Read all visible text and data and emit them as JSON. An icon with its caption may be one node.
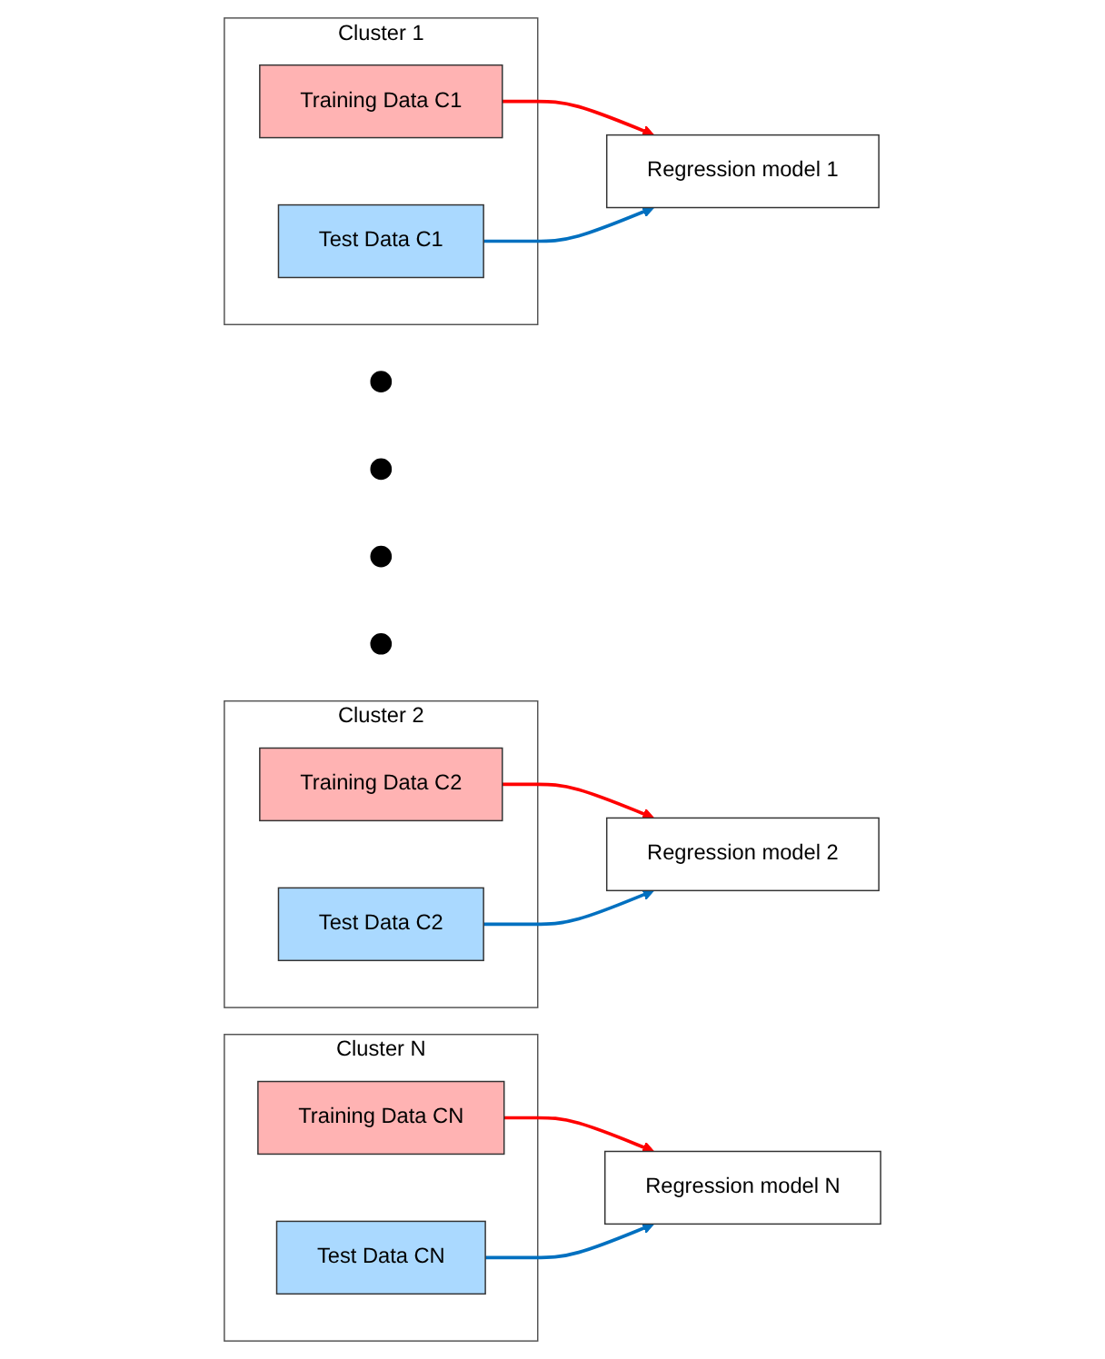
{
  "diagram": {
    "nodes": [
      {
        "text": [
          "Cluster 1"
        ]
      },
      {
        "text": [
          "Training Data C1"
        ],
        "in": 0
      },
      {
        "text": [
          "Test Data C1"
        ],
        "in": 0
      },
      {
        "text": [
          "Regression model 1"
        ]
      },
      {
        "text": [
          "Cluster 2"
        ]
      },
      {
        "text": [
          "Training Data C2"
        ],
        "in": 4
      },
      {
        "text": [
          "Test Data C2"
        ],
        "in": 4
      },
      {
        "text": [
          "Regression model 2"
        ]
      },
      {
        "text": [],
        "shape": "circle"
      },
      {
        "text": [],
        "shape": "circle"
      },
      {
        "text": [],
        "shape": "circle"
      },
      {
        "text": [],
        "shape": "circle"
      },
      {
        "text": [
          "Cluster N"
        ]
      },
      {
        "text": [
          "Training Data CN"
        ],
        "in": 12
      },
      {
        "text": [
          "Test Data CN"
        ],
        "in": 12
      },
      {
        "text": [
          "Regression model N"
        ]
      }
    ],
    "edges": [
      {
        "from": 1,
        "to": 3,
        "arrow": "to",
        "color": "#ff0000"
      },
      {
        "from": 2,
        "to": 3,
        "arrow": "to",
        "color": "#0070c0"
      },
      {
        "from": 5,
        "to": 7,
        "arrow": "to",
        "color": "#ff0000"
      },
      {
        "from": 6,
        "to": 7,
        "arrow": "to",
        "color": "#0070c0"
      },
      {
        "from": 13,
        "to": 15,
        "arrow": "to",
        "color": "#ff0000"
      },
      {
        "from": 14,
        "to": 15,
        "arrow": "to",
        "color": "#0070c0"
      }
    ]
  }
}
